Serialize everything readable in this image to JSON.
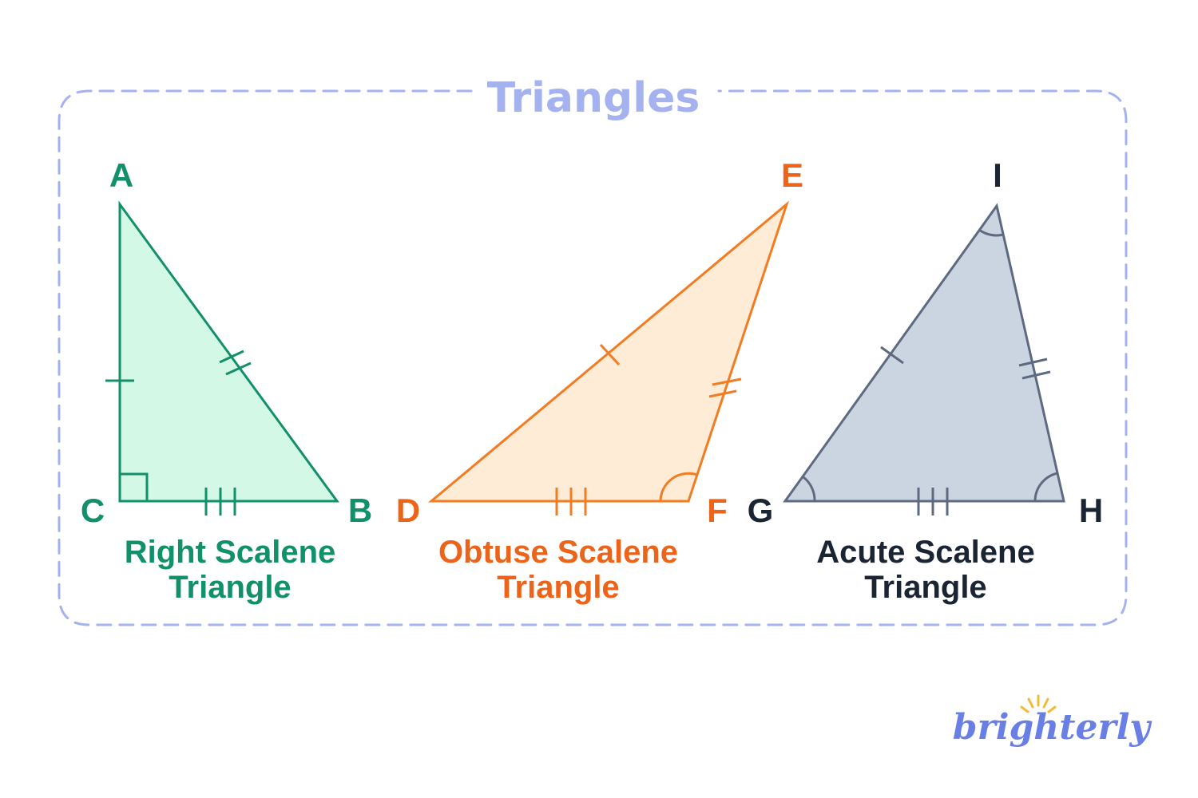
{
  "title": "Triangles",
  "brand": {
    "name": "brighterly"
  },
  "colors": {
    "frame": "#a5b2f0",
    "right_stroke": "#11906a",
    "right_fill": "#d4f8e6",
    "right_text": "#11906a",
    "obtuse_stroke": "#f37b22",
    "obtuse_fill": "#ffecd7",
    "obtuse_text": "#ec6419",
    "acute_stroke": "#5d6a80",
    "acute_fill": "#cbd5e2",
    "acute_text": "#1a2433",
    "brand": "#6a7fe6",
    "brand_sun": "#f5b938"
  },
  "triangles": {
    "right": {
      "vertices": {
        "a": "A",
        "b": "B",
        "c": "C"
      },
      "caption_line1": "Right Scalene",
      "caption_line2": "Triangle"
    },
    "obtuse": {
      "vertices": {
        "d": "D",
        "e": "E",
        "f": "F"
      },
      "caption_line1": "Obtuse Scalene",
      "caption_line2": "Triangle"
    },
    "acute": {
      "vertices": {
        "g": "G",
        "h": "H",
        "i": "I"
      },
      "caption_line1": "Acute Scalene",
      "caption_line2": "Triangle"
    }
  }
}
